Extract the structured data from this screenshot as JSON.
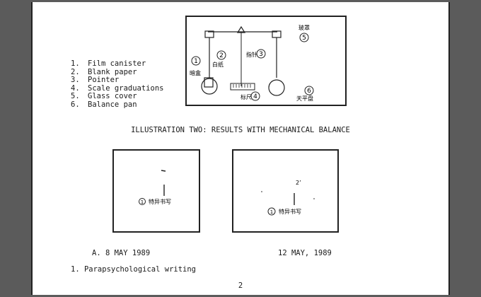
{
  "legend": [
    {
      "num": "1.",
      "text": "Film canister"
    },
    {
      "num": "2.",
      "text": "Blank paper"
    },
    {
      "num": "3.",
      "text": "Pointer"
    },
    {
      "num": "4.",
      "text": "Scale graduations"
    },
    {
      "num": "5.",
      "text": "Glass cover"
    },
    {
      "num": "6.",
      "text": "Balance pan"
    }
  ],
  "caption": "ILLUSTRATION TWO:  RESULTS WITH MECHANICAL BALANCE",
  "diagram": {
    "labels": {
      "n1": "1",
      "n2": "2",
      "n3": "3",
      "n4": "4",
      "n5": "5",
      "n6": "6",
      "canister_cn": "暗盒",
      "paper_cn": "白纸",
      "pointer_cn": "指针",
      "scale_cn": "标尺",
      "glass_cn": "玻罩",
      "pan_cn": "天平盘"
    }
  },
  "photo_a": {
    "marker": "1",
    "text": "特异书写"
  },
  "photo_b": {
    "marker": "1",
    "text": "特异书写",
    "mark": "2’"
  },
  "label_a": "A.  8 MAY 1989",
  "label_b": "12 MAY, 1989",
  "footnote": "1.  Parapsychological writing",
  "page_number": "2"
}
